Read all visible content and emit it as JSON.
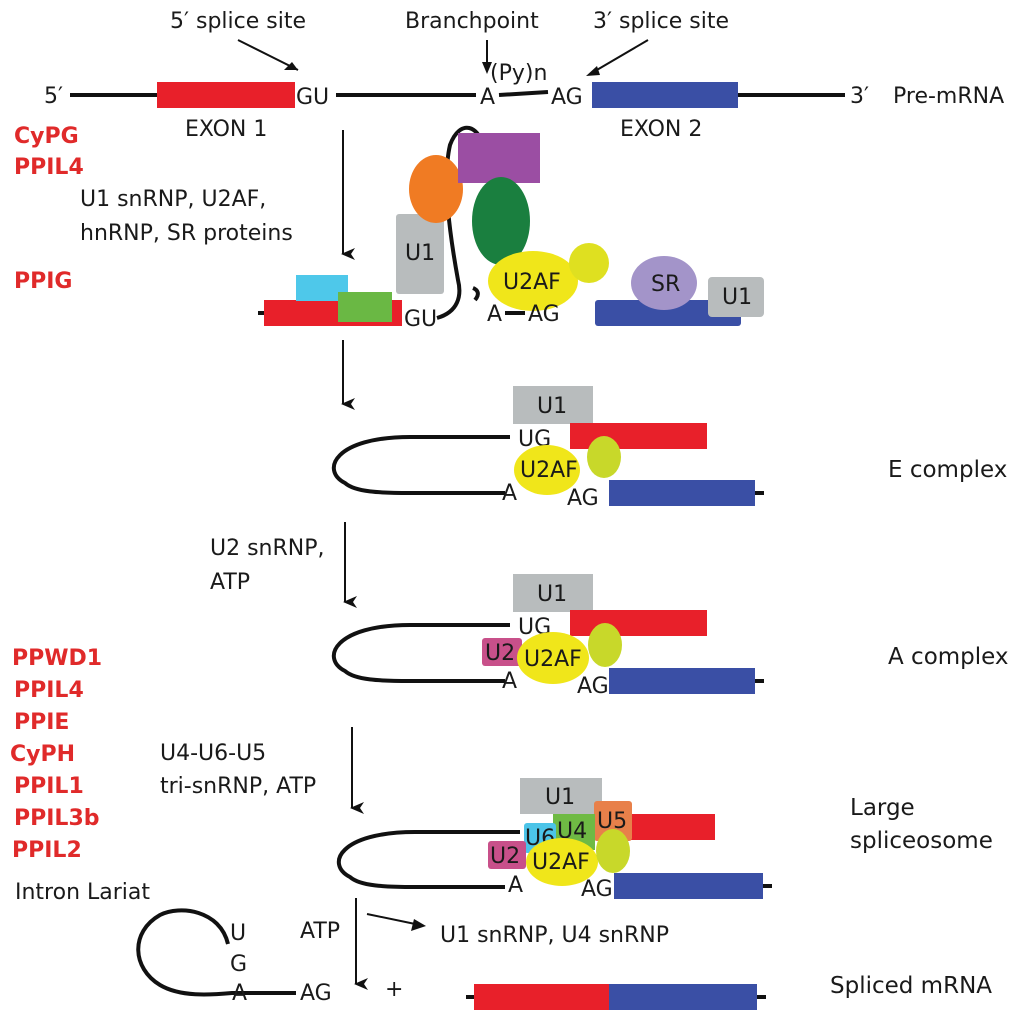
{
  "labels": {
    "five_ss": "5′ splice site",
    "branchpoint": "Branchpoint",
    "three_ss": "3′ splice site",
    "five_prime": "5′",
    "three_prime": "3′",
    "gu": "GU",
    "a": "A",
    "pyn": "(Py)n",
    "ag": "AG",
    "ug": "UG",
    "exon1": "EXON 1",
    "exon2": "EXON 2",
    "pre_mrna": "Pre-mRNA"
  },
  "factors_step1": {
    "red": [
      "CyPG",
      "PPIL4"
    ],
    "black": [
      "U1 snRNP, U2AF,",
      "hnRNP, SR proteins"
    ],
    "red2": "PPIG"
  },
  "particles": {
    "u1": "U1",
    "u2af": "U2AF",
    "sr": "SR",
    "u2": "U2",
    "u4": "U4",
    "u5": "U5",
    "u6": "U6"
  },
  "complexes": {
    "e": "E complex",
    "a": "A complex",
    "large_1": "Large",
    "large_2": "spliceosome",
    "spliced": "Spliced mRNA"
  },
  "steps": {
    "step2": [
      "U2 snRNP,",
      "ATP"
    ],
    "step3": [
      "U4-U6-U5",
      "tri-snRNP, ATP"
    ],
    "step4": "ATP",
    "released": "U1 snRNP, U4 snRNP",
    "plus": "+",
    "lariat_title": "Intron Lariat",
    "lariat_u": "U",
    "lariat_g": "G"
  },
  "factors_step3": [
    "PPWD1",
    "PPIL4",
    "PPIE",
    "CyPH",
    "PPIL1",
    "PPIL3b",
    "PPIL2"
  ],
  "colors": {
    "exon1": "#e8202a",
    "exon2": "#3a4fa5",
    "u1": "#b8bcbd",
    "u2af": "#f0e61a",
    "u2af_small": "#c8d82a",
    "sr": "#a394c9",
    "u2": "#c8508a",
    "u4": "#6fba44",
    "u5": "#e8804a",
    "u6": "#4cc4e8",
    "orange": "#f07b23",
    "purple": "#9b4ea3",
    "green": "#1a7f3f",
    "cyan": "#4ec8ea",
    "lightgreen": "#6ab844",
    "factor_red": "#e02a2a"
  }
}
